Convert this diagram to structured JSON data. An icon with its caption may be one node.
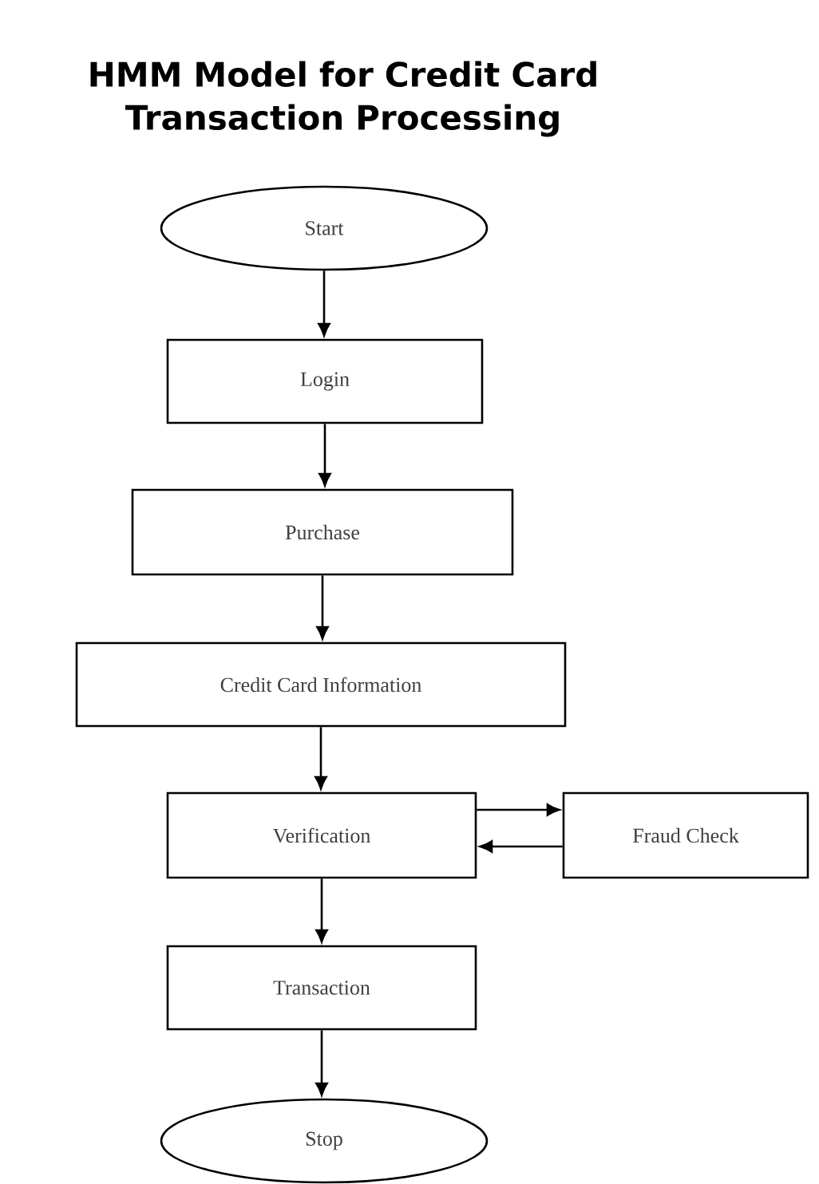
{
  "diagram": {
    "title": "HMM Model for Credit Card Transaction Processing",
    "nodes": [
      {
        "text": [
          "Start"
        ]
      },
      {
        "text": [
          "Login"
        ]
      },
      {
        "text": [
          "Purchase"
        ]
      },
      {
        "text": [
          "Credit Card Information"
        ]
      },
      {
        "text": [
          "Verification"
        ]
      },
      {
        "text": [
          "Fraud Check"
        ]
      },
      {
        "text": [
          "Transaction"
        ]
      },
      {
        "text": [
          "Stop"
        ]
      }
    ],
    "edges": [
      {
        "from": 0,
        "to": 1,
        "arrow": "to"
      },
      {
        "from": 1,
        "to": 2,
        "arrow": "to"
      },
      {
        "from": 2,
        "to": 3,
        "arrow": "to"
      },
      {
        "from": 3,
        "to": 4,
        "arrow": "to"
      },
      {
        "from": 4,
        "to": 5,
        "arrow": "to"
      },
      {
        "from": 5,
        "to": 4,
        "arrow": "to"
      },
      {
        "from": 4,
        "to": 6,
        "arrow": "to"
      },
      {
        "from": 6,
        "to": 7,
        "arrow": "to"
      }
    ]
  }
}
